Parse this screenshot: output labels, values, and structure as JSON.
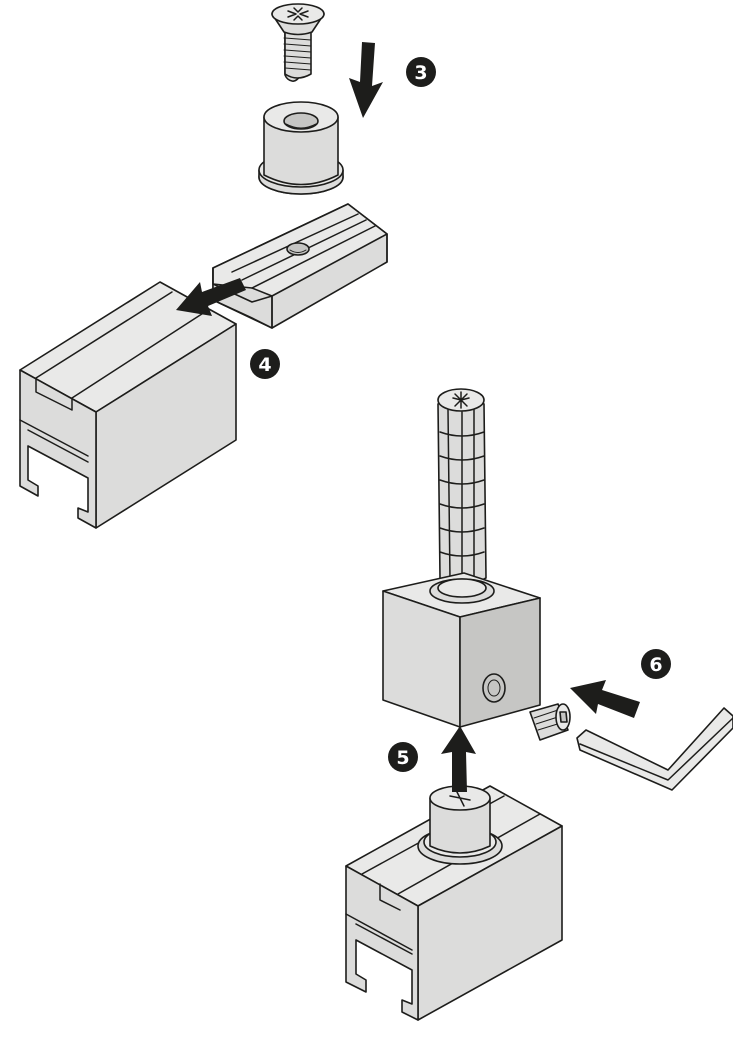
{
  "steps": [
    {
      "label": "3"
    },
    {
      "label": "4"
    },
    {
      "label": "5"
    },
    {
      "label": "6"
    }
  ],
  "colors": {
    "part_fill": "#dcdcdb",
    "outline": "#1d1d1b",
    "badge": "#1d1d1b",
    "badge_text": "#ffffff"
  }
}
